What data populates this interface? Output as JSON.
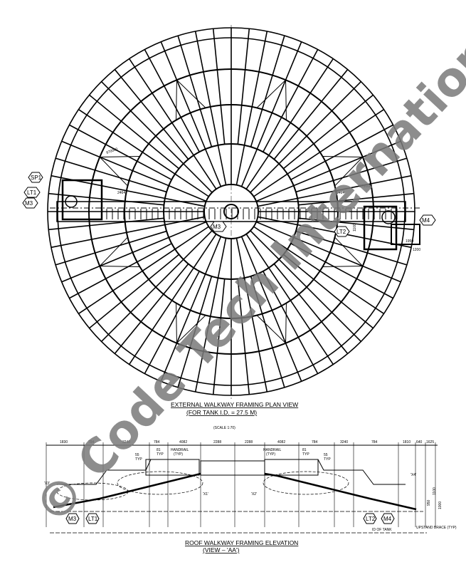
{
  "plan_view": {
    "title": "EXTERNAL WALKWAY FRAMING PLAN VIEW",
    "subtitle": "(FOR TANK I.D. = 27.5 M)",
    "scale": "(SCALE 1:70)",
    "tags": [
      "SP1",
      "LT1",
      "M3",
      "LT2",
      "M4",
      "M3"
    ],
    "dims": [
      "2464",
      "2464",
      "870000",
      "870000",
      "1950",
      "1200",
      "1100"
    ]
  },
  "elevation": {
    "top_dims": [
      "1830",
      "784",
      "3240",
      "784",
      "4082",
      "2288",
      "2288",
      "4082",
      "784",
      "3240",
      "784",
      "1810",
      "640",
      "1625"
    ],
    "typ_notes": [
      {
        "value": "81",
        "label": "TYP"
      },
      {
        "value": "55",
        "label": "TYP"
      },
      {
        "value": "81",
        "label": "TYP"
      },
      {
        "value": "55",
        "label": "TYP"
      }
    ],
    "handrail_label": "HANDRAIL",
    "handrail_typ": "(TYP)",
    "details": [
      "X3",
      "X1",
      "X2",
      "X4"
    ],
    "tags": [
      "M3",
      "LT1",
      "LT2",
      "M4"
    ],
    "right_dims": [
      "1100",
      "1000",
      "950"
    ],
    "bottom_notes": [
      "ID OF TANK",
      "UPSTAND BRACE (TYP)"
    ],
    "title": "ROOF WALKWAY FRAMING ELEVATION",
    "subtitle": "(VIEW – 'AA')"
  },
  "watermark": "© Code Tech International"
}
